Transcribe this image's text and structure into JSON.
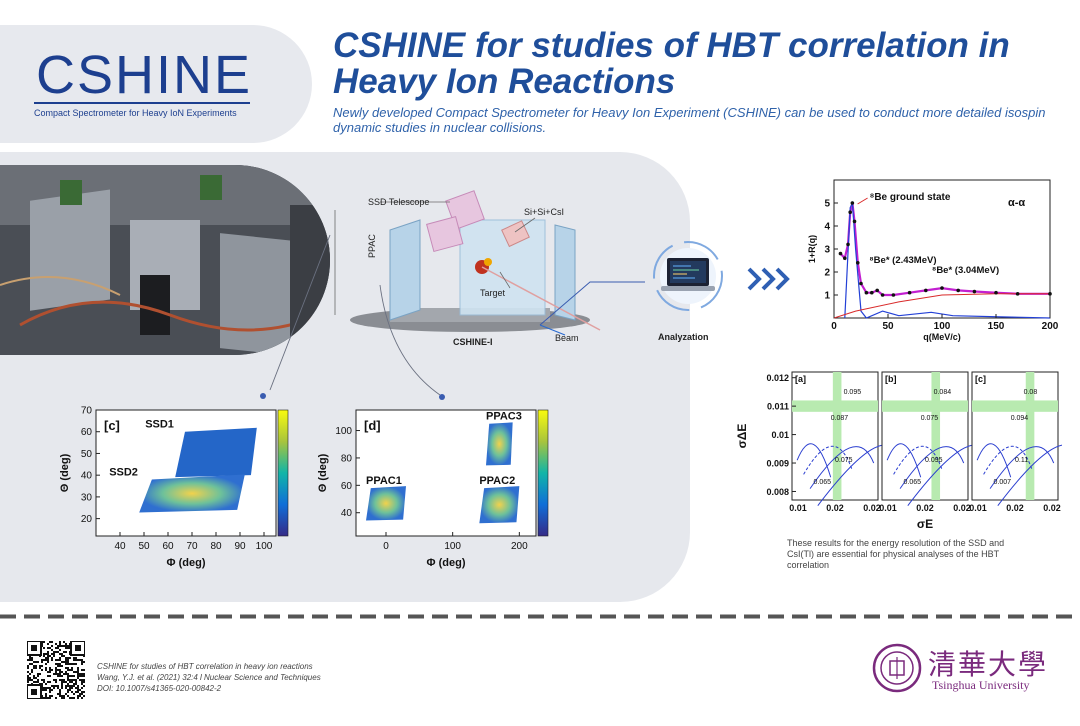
{
  "header": {
    "logo_text": "CSHINE",
    "logo_subtitle": "Compact Spectrometer for Heavy IoN Experiments",
    "title": "CSHINE for studies of HBT correlation in Heavy Ion Reactions",
    "subtitle": "Newly developed Compact Spectrometer for Heavy Ion Experiment (CSHINE) can be used to conduct more detailed isospin dynamic studies in nuclear collisions."
  },
  "diagram": {
    "ssd_label": "SSD Telescope",
    "sicsi_label": "Si+Si+CsI",
    "ppac_label": "PPAC",
    "target_label": "Target",
    "beam_label": "Beam",
    "setup_label": "CSHINE-I",
    "analyzation_label": "Analyzation"
  },
  "chart_data": [
    {
      "type": "scatter",
      "id": "c",
      "panel_label": "[c]",
      "xlabel": "Φ (deg)",
      "ylabel": "Θ (deg)",
      "xticks": [
        "40",
        "50",
        "60",
        "70",
        "80",
        "90",
        "100"
      ],
      "yticks": [
        "20",
        "30",
        "40",
        "50",
        "60",
        "70"
      ],
      "xlim": [
        30,
        105
      ],
      "ylim": [
        12,
        70
      ],
      "regions": [
        {
          "name": "SSD1",
          "phi": [
            63,
            97
          ],
          "theta": [
            40,
            60
          ]
        },
        {
          "name": "SSD2",
          "phi": [
            48,
            92
          ],
          "theta": [
            24,
            38
          ]
        }
      ],
      "colorbar": true
    },
    {
      "type": "scatter",
      "id": "d",
      "panel_label": "[d]",
      "xlabel": "Φ (deg)",
      "ylabel": "Θ (deg)",
      "xticks": [
        "0",
        "100",
        "200"
      ],
      "yticks": [
        "40",
        "60",
        "80",
        "100"
      ],
      "xlim": [
        -45,
        225
      ],
      "ylim": [
        23,
        115
      ],
      "regions": [
        {
          "name": "PPAC1",
          "phi": [
            -30,
            30
          ],
          "theta": [
            35,
            58
          ]
        },
        {
          "name": "PPAC2",
          "phi": [
            140,
            200
          ],
          "theta": [
            33,
            58
          ]
        },
        {
          "name": "PPAC3",
          "phi": [
            150,
            190
          ],
          "theta": [
            75,
            105
          ]
        }
      ],
      "colorbar": true
    },
    {
      "type": "line",
      "id": "alpha-alpha",
      "xlabel": "q(MeV/c)",
      "ylabel": "1+R(q)",
      "legend_text": "α-α",
      "xlim": [
        0,
        200
      ],
      "ylim": [
        0,
        6
      ],
      "xticks": [
        "0",
        "50",
        "100",
        "150",
        "200"
      ],
      "yticks": [
        "1",
        "2",
        "3",
        "4",
        "5"
      ],
      "annotations": [
        {
          "text": "⁸Be ground state",
          "q": 20,
          "value": 5.1
        },
        {
          "text": "⁸Be* (2.43MeV)",
          "q": 40,
          "value": 1.8
        },
        {
          "text": "⁸Be* (3.04MeV)",
          "q": 98,
          "value": 1.5
        }
      ],
      "series": [
        {
          "values": [
            [
              6,
              2.8
            ],
            [
              10,
              2.6
            ],
            [
              13,
              3.2
            ],
            [
              15,
              4.6
            ],
            [
              17,
              5.0
            ],
            [
              19,
              4.2
            ],
            [
              22,
              2.4
            ],
            [
              25,
              1.5
            ],
            [
              30,
              1.1
            ],
            [
              35,
              1.1
            ],
            [
              40,
              1.2
            ],
            [
              45,
              1.0
            ],
            [
              55,
              1.0
            ],
            [
              70,
              1.1
            ],
            [
              85,
              1.2
            ],
            [
              100,
              1.3
            ],
            [
              115,
              1.2
            ],
            [
              130,
              1.15
            ],
            [
              150,
              1.1
            ],
            [
              170,
              1.05
            ],
            [
              200,
              1.05
            ]
          ]
        }
      ]
    },
    {
      "type": "line",
      "id": "resolution",
      "xlabel": "σE",
      "ylabel": "σΔE",
      "yticks": [
        "0.012",
        "0.011",
        "0.01",
        "0.009",
        "0.008"
      ],
      "ylim": [
        0.0077,
        0.0122
      ],
      "xlim": [
        0.005,
        0.025
      ],
      "panels": [
        {
          "label": "[a]",
          "xticks": [
            "0.01",
            "0.02",
            "0.02"
          ],
          "contour_labels": [
            "0.095",
            "0.087",
            "0.075",
            "0.065"
          ]
        },
        {
          "label": "[b]",
          "xticks": [
            "0.01",
            "0.02",
            "0.02"
          ],
          "contour_labels": [
            "0.084",
            "0.075",
            "0.095",
            "0.065"
          ]
        },
        {
          "label": "[c]",
          "xticks": [
            "0.01",
            "0.02",
            "0.02"
          ],
          "contour_labels": [
            "0.08",
            "0.094",
            "0.11",
            "0.007"
          ]
        }
      ]
    }
  ],
  "caption": "These results for the energy resolution of the SSD and CsI(Tl) are essential for physical analyses of the HBT correlation",
  "footer": {
    "ref_line1": "CSHINE for studies of HBT correlation in heavy ion reactions",
    "ref_line2": "Wang, Y.J. et al. (2021) 32:4 l Nuclear Science and Techniques",
    "ref_line3": "DOI: 10.1007/s41365-020-00842-2",
    "university_cn": "清華大學",
    "university_en": "Tsinghua University"
  },
  "colors": {
    "brand": "#1d3f8f",
    "title": "#1f4e9a",
    "panel": "#e6e8ed",
    "accent": "#8a2c86"
  }
}
